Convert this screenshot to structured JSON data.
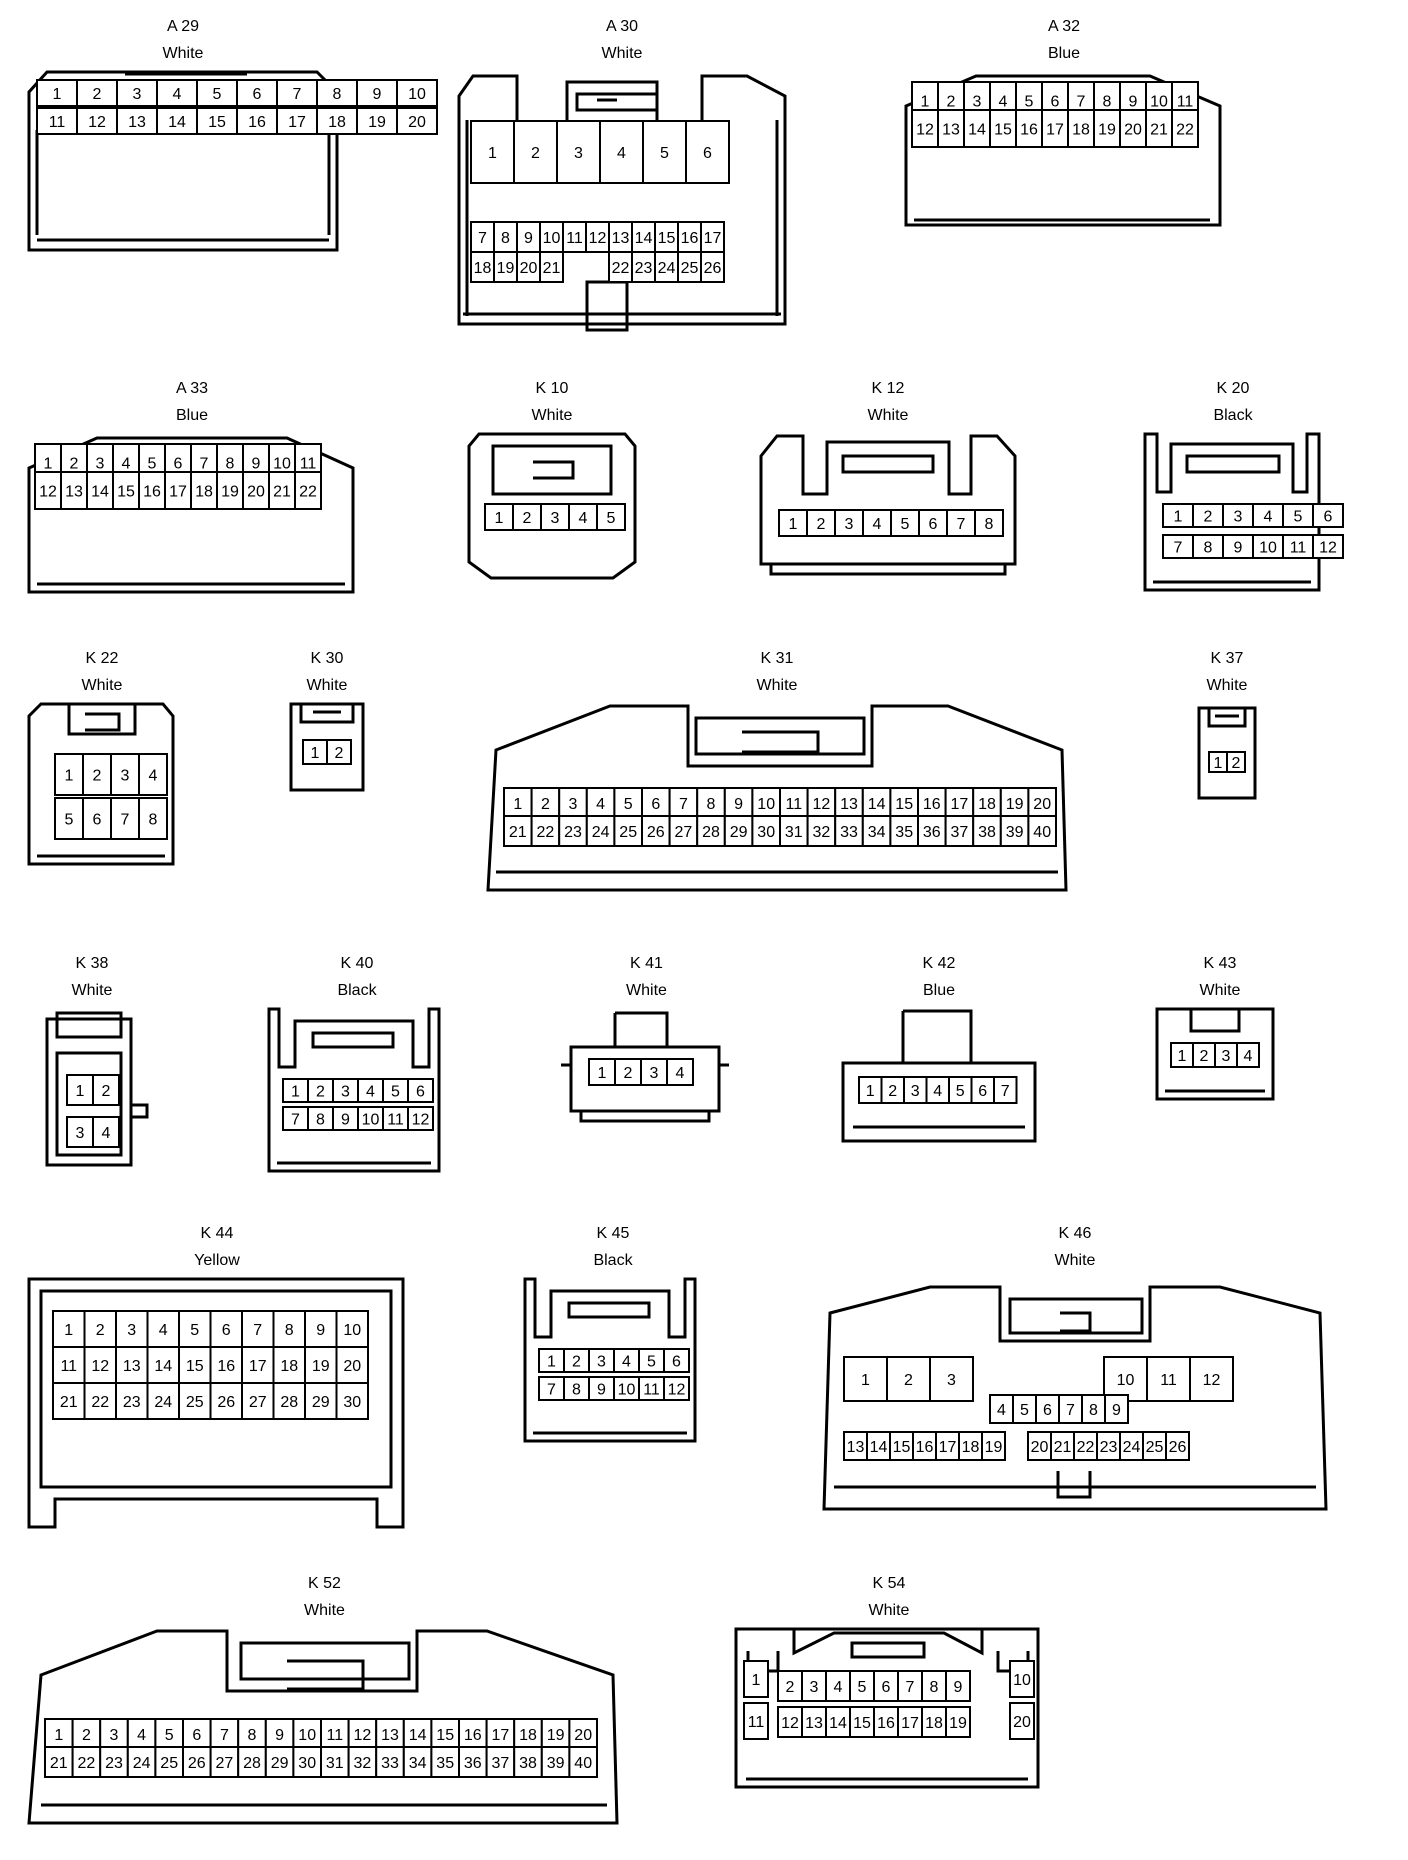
{
  "connectors": [
    {
      "id": "A29",
      "code": "A 29",
      "color": "White",
      "rows": [
        [
          1,
          2,
          3,
          4,
          5,
          6,
          7,
          8,
          9,
          10
        ],
        [
          11,
          12,
          13,
          14,
          15,
          16,
          17,
          18,
          19,
          20
        ]
      ]
    },
    {
      "id": "A30",
      "code": "A 30",
      "color": "White",
      "rows": [
        [
          1,
          2,
          3,
          4,
          5,
          6
        ],
        [
          7,
          8,
          9,
          10,
          11,
          12,
          13,
          14,
          15,
          16,
          17
        ],
        [
          18,
          19,
          20,
          21,
          22,
          23,
          24,
          25,
          26
        ]
      ]
    },
    {
      "id": "A32",
      "code": "A 32",
      "color": "Blue",
      "rows": [
        [
          1,
          2,
          3,
          4,
          5,
          6,
          7,
          8,
          9,
          10,
          11
        ],
        [
          12,
          13,
          14,
          15,
          16,
          17,
          18,
          19,
          20,
          21,
          22
        ]
      ]
    },
    {
      "id": "A33",
      "code": "A 33",
      "color": "Blue",
      "rows": [
        [
          1,
          2,
          3,
          4,
          5,
          6,
          7,
          8,
          9,
          10,
          11
        ],
        [
          12,
          13,
          14,
          15,
          16,
          17,
          18,
          19,
          20,
          21,
          22
        ]
      ]
    },
    {
      "id": "K10",
      "code": "K 10",
      "color": "White",
      "rows": [
        [
          1,
          2,
          3,
          4,
          5
        ]
      ]
    },
    {
      "id": "K12",
      "code": "K 12",
      "color": "White",
      "rows": [
        [
          1,
          2,
          3,
          4,
          5,
          6,
          7,
          8
        ]
      ]
    },
    {
      "id": "K20",
      "code": "K 20",
      "color": "Black",
      "rows": [
        [
          1,
          2,
          3,
          4,
          5,
          6
        ],
        [
          7,
          8,
          9,
          10,
          11,
          12
        ]
      ]
    },
    {
      "id": "K22",
      "code": "K 22",
      "color": "White",
      "rows": [
        [
          1,
          2,
          3,
          4
        ],
        [
          5,
          6,
          7,
          8
        ]
      ]
    },
    {
      "id": "K30",
      "code": "K 30",
      "color": "White",
      "rows": [
        [
          1,
          2
        ]
      ]
    },
    {
      "id": "K31",
      "code": "K 31",
      "color": "White",
      "rows": [
        [
          1,
          2,
          3,
          4,
          5,
          6,
          7,
          8,
          9,
          10,
          11,
          12,
          13,
          14,
          15,
          16,
          17,
          18,
          19,
          20
        ],
        [
          21,
          22,
          23,
          24,
          25,
          26,
          27,
          28,
          29,
          30,
          31,
          32,
          33,
          34,
          35,
          36,
          37,
          38,
          39,
          40
        ]
      ]
    },
    {
      "id": "K37",
      "code": "K 37",
      "color": "White",
      "rows": [
        [
          1,
          2
        ]
      ]
    },
    {
      "id": "K38",
      "code": "K 38",
      "color": "White",
      "rows": [
        [
          1,
          2
        ],
        [
          3,
          4
        ]
      ]
    },
    {
      "id": "K40",
      "code": "K 40",
      "color": "Black",
      "rows": [
        [
          1,
          2,
          3,
          4,
          5,
          6
        ],
        [
          7,
          8,
          9,
          10,
          11,
          12
        ]
      ]
    },
    {
      "id": "K41",
      "code": "K 41",
      "color": "White",
      "rows": [
        [
          1,
          2,
          3,
          4
        ]
      ]
    },
    {
      "id": "K42",
      "code": "K 42",
      "color": "Blue",
      "rows": [
        [
          1,
          2,
          3,
          4,
          5,
          6,
          7
        ]
      ]
    },
    {
      "id": "K43",
      "code": "K 43",
      "color": "White",
      "rows": [
        [
          1,
          2,
          3,
          4
        ]
      ]
    },
    {
      "id": "K44",
      "code": "K 44",
      "color": "Yellow",
      "rows": [
        [
          1,
          2,
          3,
          4,
          5,
          6,
          7,
          8,
          9,
          10
        ],
        [
          11,
          12,
          13,
          14,
          15,
          16,
          17,
          18,
          19,
          20
        ],
        [
          21,
          22,
          23,
          24,
          25,
          26,
          27,
          28,
          29,
          30
        ]
      ]
    },
    {
      "id": "K45",
      "code": "K 45",
      "color": "Black",
      "rows": [
        [
          1,
          2,
          3,
          4,
          5,
          6
        ],
        [
          7,
          8,
          9,
          10,
          11,
          12
        ]
      ]
    },
    {
      "id": "K46",
      "code": "K 46",
      "color": "White",
      "rows": [
        [
          1,
          2,
          3,
          10,
          11,
          12
        ],
        [
          4,
          5,
          6,
          7,
          8,
          9
        ],
        [
          13,
          14,
          15,
          16,
          17,
          18,
          19,
          20,
          21,
          22,
          23,
          24,
          25,
          26
        ]
      ]
    },
    {
      "id": "K52",
      "code": "K 52",
      "color": "White",
      "rows": [
        [
          1,
          2,
          3,
          4,
          5,
          6,
          7,
          8,
          9,
          10,
          11,
          12,
          13,
          14,
          15,
          16,
          17,
          18,
          19,
          20
        ],
        [
          21,
          22,
          23,
          24,
          25,
          26,
          27,
          28,
          29,
          30,
          31,
          32,
          33,
          34,
          35,
          36,
          37,
          38,
          39,
          40
        ]
      ]
    },
    {
      "id": "K54",
      "code": "K 54",
      "color": "White",
      "rows": [
        [
          1,
          10
        ],
        [
          2,
          3,
          4,
          5,
          6,
          7,
          8,
          9
        ],
        [
          11,
          20
        ],
        [
          12,
          13,
          14,
          15,
          16,
          17,
          18,
          19
        ]
      ]
    }
  ]
}
